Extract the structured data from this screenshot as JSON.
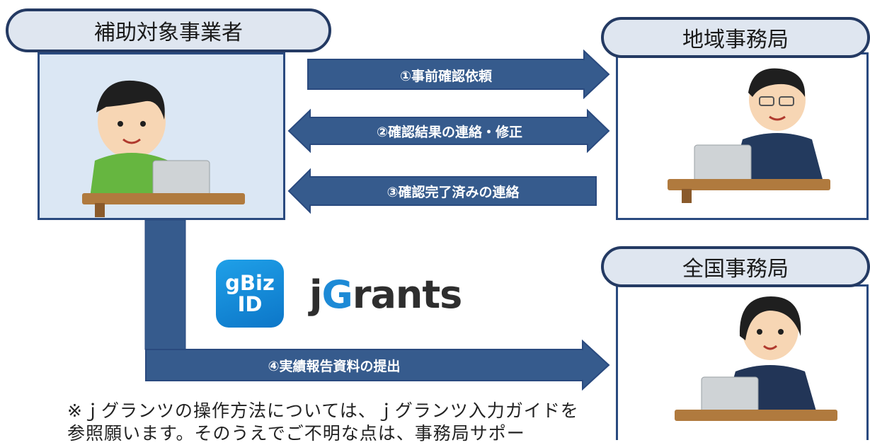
{
  "nodes": {
    "applicant": "補助対象事業者",
    "regional_office": "地域事務局",
    "national_office": "全国事務局"
  },
  "steps": [
    {
      "label": "①事前確認依頼",
      "direction": "right"
    },
    {
      "label": "②確認結果の連絡・修正",
      "direction": "both"
    },
    {
      "label": "③確認完了済みの連絡",
      "direction": "left"
    },
    {
      "label": "④実績報告資料の提出",
      "direction": "right"
    }
  ],
  "logos": {
    "gbiz_line1": "gBiz",
    "gbiz_line2": "ID",
    "jgrants_prefix": "j",
    "jgrants_g": "G",
    "jgrants_rest": "rants"
  },
  "note": "※ｊグランツの操作方法については、ｊグランツ入力ガイドを参照願います。そのうえでご不明な点は、事務局サポー",
  "colors": {
    "arrow_fill": "#365b8d",
    "arrow_stroke": "#2a4a7f",
    "pill_fill": "#dfe6f0",
    "pill_border": "#243a63",
    "applicant_panel_fill": "#dbe7f4",
    "panel_border": "#2a4a7f"
  }
}
